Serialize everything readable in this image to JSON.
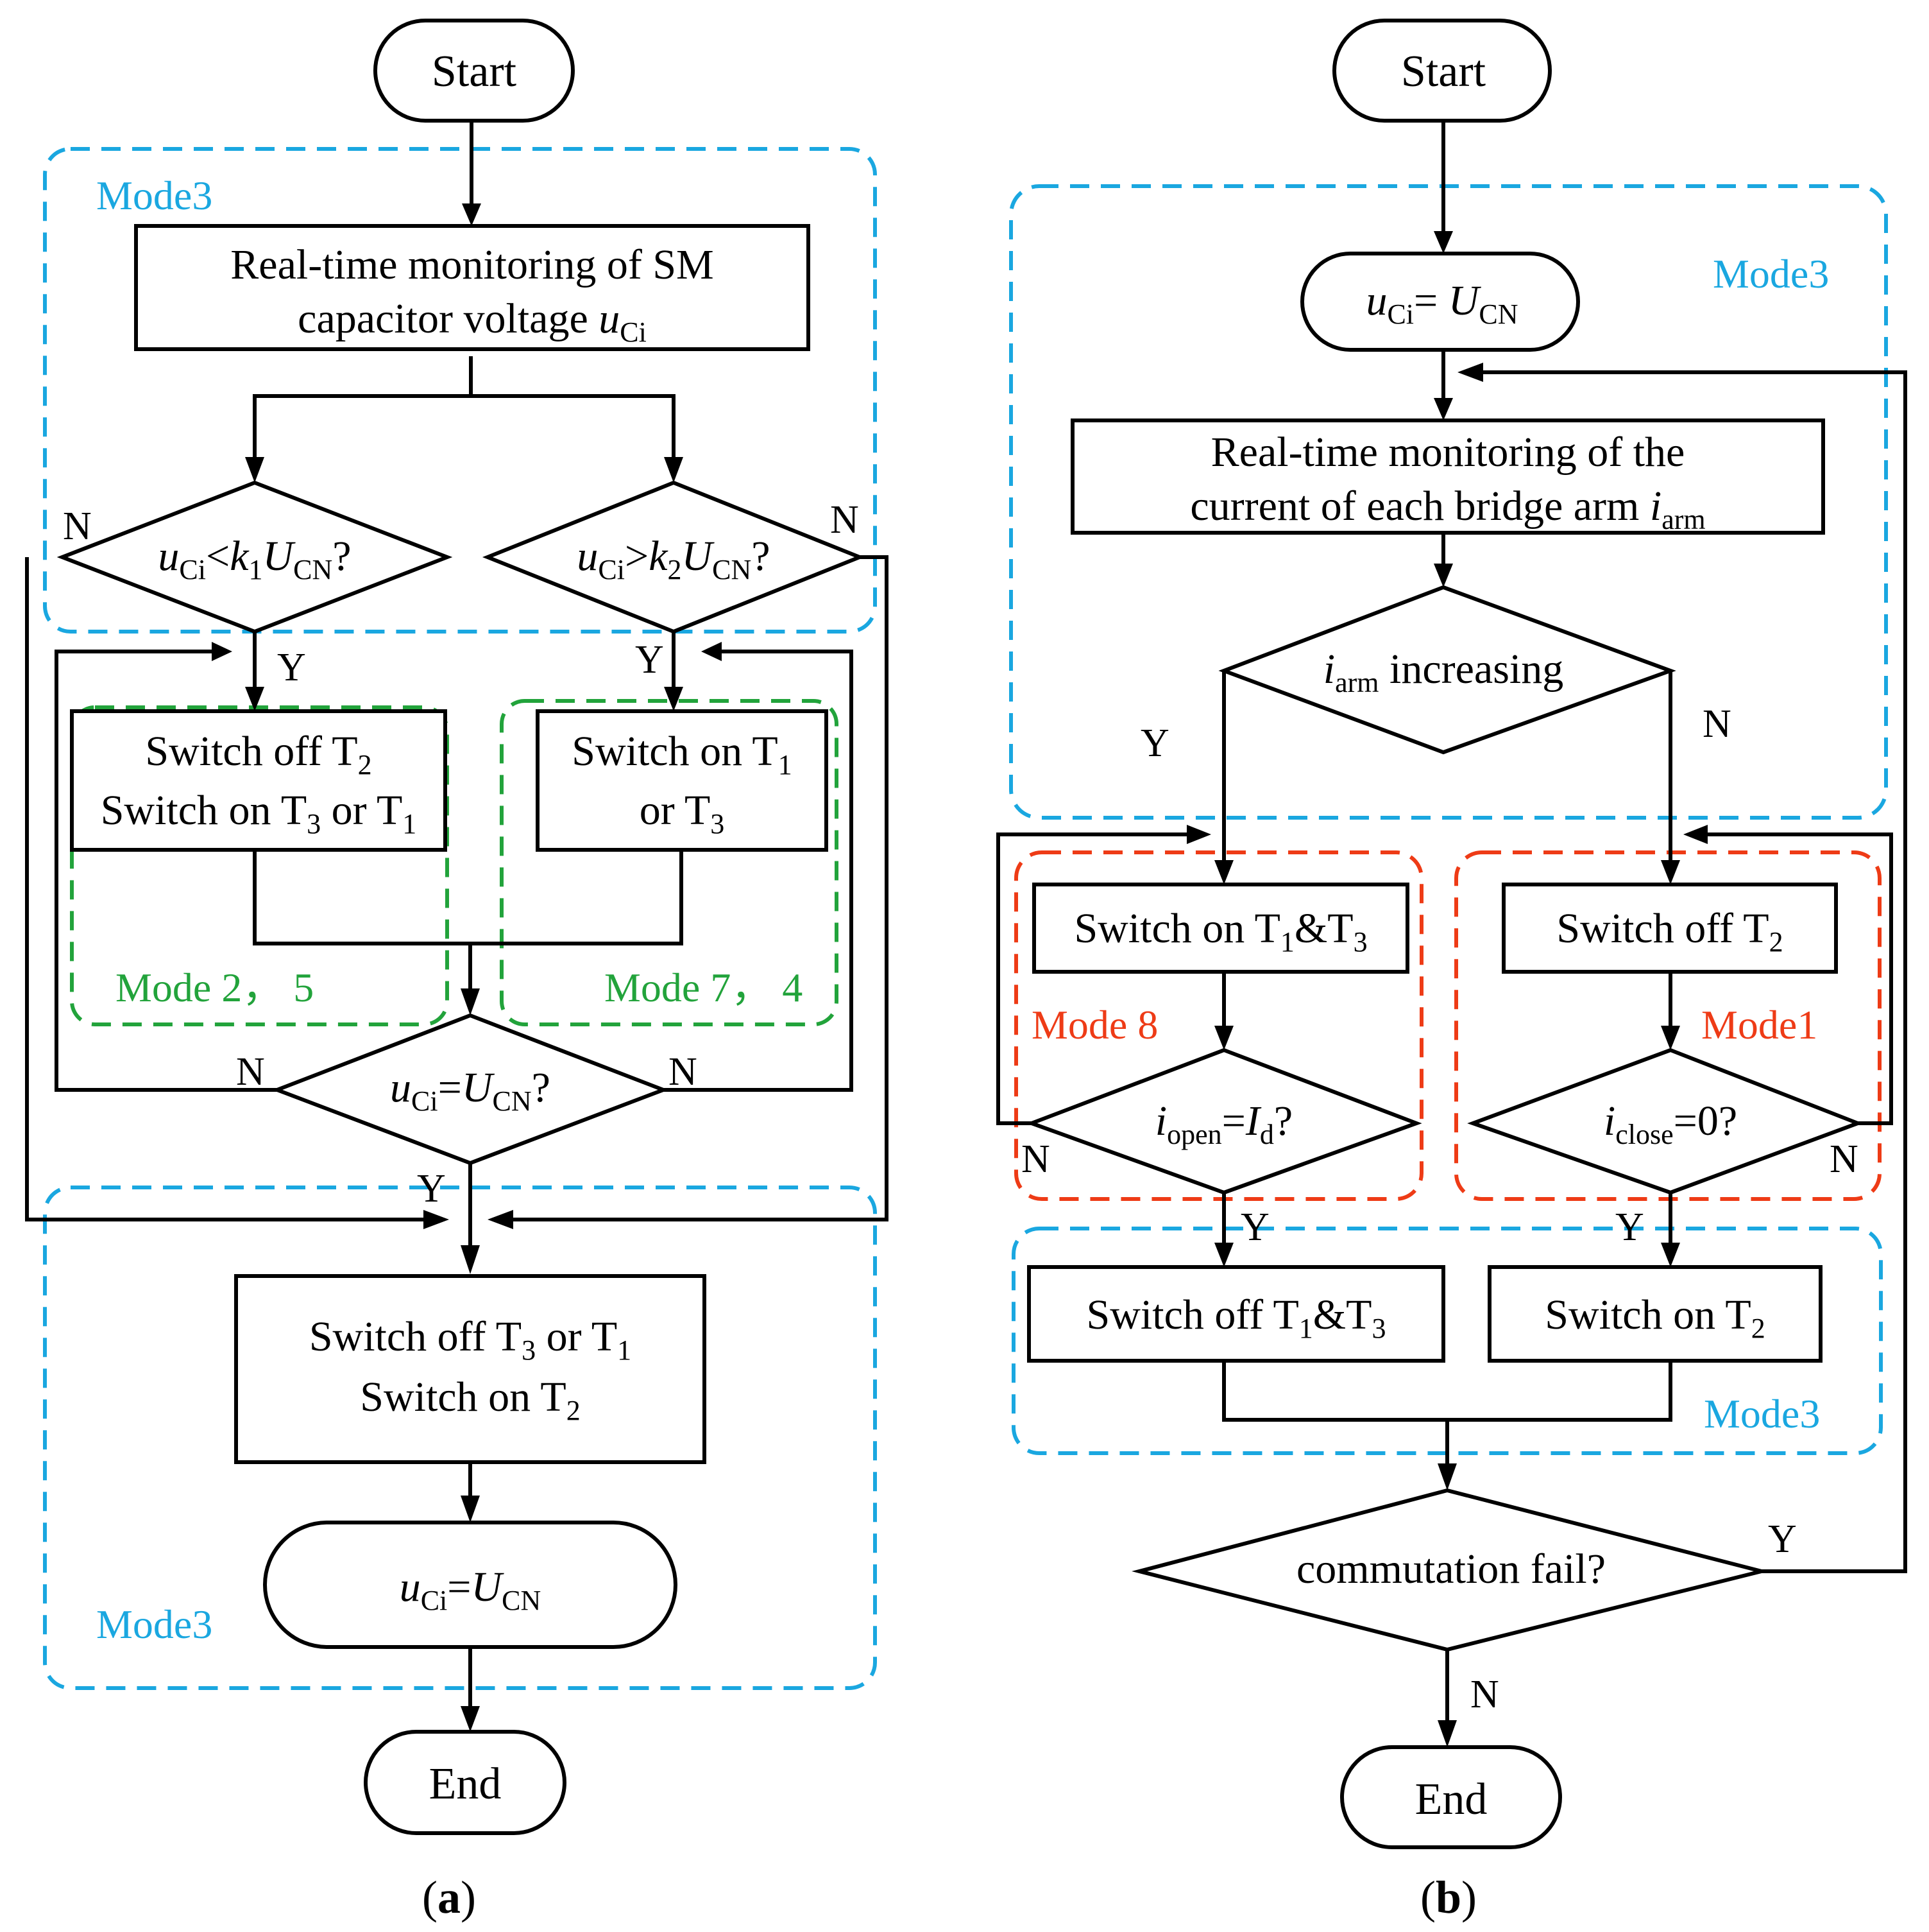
{
  "diagram_a": {
    "start": "Start",
    "mode3_top": "Mode3",
    "monitor_line1": "Real-time monitoring of SM",
    "monitor_line2_text": "capacitor voltage ",
    "var_u": "u",
    "sub_Ci": "Ci",
    "cond_left_op": "<",
    "var_k": "k",
    "sub_1": "1",
    "sub_2": "2",
    "sub_3": "3",
    "var_U": "U",
    "sub_CN": "CN",
    "qmark": "?",
    "cond_right_op": ">",
    "equals": "=",
    "label_Y": "Y",
    "label_N": "N",
    "switch_off_T": "Switch off T",
    "switch_on_T": "Switch on T",
    "or_T": " or T",
    "or_T_start": "or T",
    "mode_2_5": "Mode 2， 5",
    "mode_7_4": "Mode 7， 4",
    "switch_off_T_sp": "Switch off  T",
    "mode3_bottom": "Mode3",
    "end": "End",
    "caption_open": "(",
    "caption_letter": "a",
    "caption_close": ")"
  },
  "diagram_b": {
    "start": "Start",
    "mode3_top": "Mode3",
    "var_u": "u",
    "sub_Ci": "Ci",
    "equals_sp": "= ",
    "var_U": "U",
    "sub_CN": "CN",
    "monitor_line1": "Real-time monitoring of the",
    "monitor_line2_text": "current of each bridge arm ",
    "var_i": "i",
    "sub_arm": "arm",
    "increasing": " increasing",
    "label_Y": "Y",
    "label_N": "N",
    "switch_on_T": "Switch on T",
    "amp_T": "&T",
    "sub_1": "1",
    "sub_2": "2",
    "sub_3": "3",
    "switch_off_T": "Switch off T",
    "mode_8": "Mode 8",
    "mode_1": "Mode1",
    "sub_open": "open",
    "equals": "=",
    "var_I": "I",
    "sub_d": "d",
    "qmark": "?",
    "sub_close": "close",
    "zero_q": "=0?",
    "switch_off_T_sp": "Switch off  T",
    "switch_on_T_sp": "Switch on  T",
    "mode3_bottom": "Mode3",
    "commutation": "commutation fail?",
    "end": "End",
    "caption_open": "(",
    "caption_letter": "b",
    "caption_close": ")"
  },
  "colors": {
    "mode3_blue": "#1aa7e0",
    "mode_green": "#22a33b",
    "mode_red": "#ee3b16",
    "line": "#000000"
  }
}
